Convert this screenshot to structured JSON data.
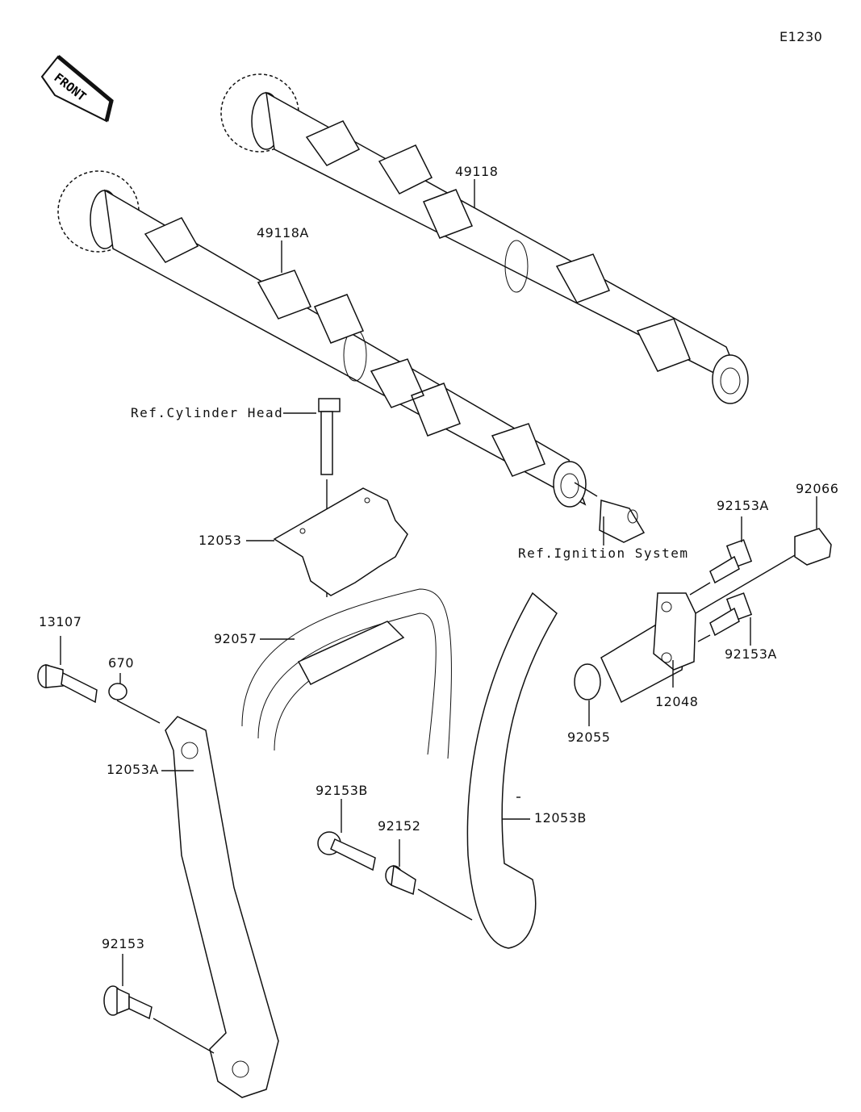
{
  "diagram": {
    "code": "E1230",
    "front_label": "FRONT",
    "labels": {
      "p49118": "49118",
      "p49118A": "49118A",
      "ref_cyl_head": "Ref.Cylinder Head",
      "p12053": "12053",
      "ref_ignition": "Ref.Ignition System",
      "p92153A_top": "92153A",
      "p92066": "92066",
      "p92153A_bottom": "92153A",
      "p12048": "12048",
      "p92055": "92055",
      "p13107": "13107",
      "p670": "670",
      "p92057": "92057",
      "p12053A": "12053A",
      "p92153B": "92153B",
      "p92152": "92152",
      "p12053B": "12053B",
      "p92153": "92153"
    }
  }
}
